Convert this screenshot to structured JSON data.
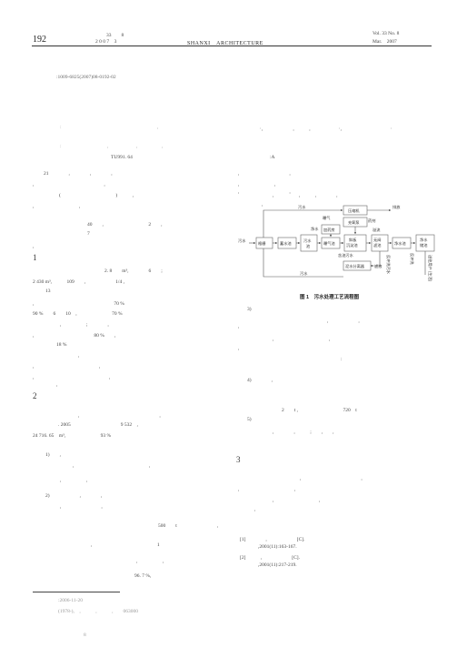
{
  "header": {
    "page_number": "192",
    "vol_no_cn": "33　　8",
    "year_month_cn": "2 0 0 7　3",
    "journal_name": "SHANXI　ARCHITECTURE",
    "vol_no_en": "Vol. 33 No. 8",
    "date_en": "Mar.　2007"
  },
  "article_id": ":1009-6825(2007)08-0192-02",
  "abstract_marks": [
    ":",
    ",",
    ",",
    ",",
    ":",
    ",",
    ",",
    ",",
    ","
  ],
  "classification": "TU991. 64",
  "doc_code": ":A",
  "left_column": [
    "21　　　　,　　　　,　　　　,",
    ",　　　　　　　　　　　　　　,",
    "(　　　　　　　　　　　)　　　,",
    ",　　　　　　　　　,",
    "40　　,　　　　　　　　　2　　,",
    "7",
    ","
  ],
  "section1": {
    "num": "1",
    "lines": [
      "2. 8　　m³,　　　　6　　;",
      "2 430 m³,　　　109　　,　　　　　　1/4 ,",
      "13",
      ",　　　　　　　　　　　　　　　　70 %",
      "90 %　　6　　10　,　　　　　　　70 %",
      ",　　　　　;　　　　,",
      ",　　　　　　　　　　　　80 %　　,",
      "18 %",
      ",",
      ",　　　　　　　　　　　　　,",
      ",　　　　　　　　　　　　　　　,",
      ","
    ]
  },
  "section2": {
    "num": "2",
    "lines": [
      ",　　　　　　　　　　　　　　　　,",
      ". 2005　　　　　　　　　　9 532　,",
      "24 716. 65　m³,　　　　　　　93 %",
      "1)　　,",
      ",　　　　　　　　　　　　　　　,",
      ",　　　　　,",
      "2)　　　　　　,　　　　,",
      ",　　　　　　　　,",
      "500　　t　　　　　　　　,",
      ",　　　　　　　　　　　　　1",
      ",　　　　　,",
      "96. 7 %,"
    ]
  },
  "right_column_top": [
    ",　　　　　　,　　　,　　　　　　,",
    ",　　　　　　　　　　,",
    ",　　　　　　　,",
    ",　　　　　　　　　　,",
    ",　　　　　,　　　,　　　　,",
    ","
  ],
  "flowchart": {
    "caption": "图 1　污水处理工艺流程图",
    "nodes": {
      "sewage": "污水",
      "screen": "格栅",
      "regulating_tank": "蓄水池",
      "settling_tank": "污水\n池",
      "aeration_tank": "曝气池",
      "heating_room": "加药房",
      "coag_tank": "斜板\n沉淀池",
      "adsorption_tank": "无阀\n滤池",
      "clear_water_tank": "净水池",
      "pure_water_tank": "净水\n储池",
      "blower": "压缩机",
      "carbon_tank": "充氧泵",
      "sludge_separator": "泥水分离器"
    },
    "labels": {
      "discharge": "排放",
      "sewage_top": "污水",
      "aeration": "曝气",
      "clear": "净水",
      "sludge": "含油污水",
      "backwash": "溢流",
      "backwash2": "反冲洗",
      "sewage_bottom": "污水",
      "filtrate": "滤液",
      "dosing": "药剂",
      "reuse": "送往用户\n(生活)",
      "side": "反冲洗污水"
    }
  },
  "right_column_mid": [
    "3)",
    ",　　　　　　,",
    ",",
    ",　　　　　　　　　　　,",
    ",",
    ":",
    "4)　　　　,",
    "2　　t ,　　　　　　　　　720　t",
    "5)",
    ",　　　　,　　　;　　,　　,"
  ],
  "section3": {
    "num": "3",
    "lines": [
      ",　　　　　　　　　　　　,",
      ",　　　　　　　　　　　,",
      ",　　　　　　　　　,",
      ","
    ]
  },
  "references": [
    "[1]　　　　,　　　　　　[C].",
    ",2001(11):163-167.",
    "[2]　　　,　　　　　　[C].",
    ",2001(11):217-219."
  ],
  "footnote": {
    "received": ":2006-11-20",
    "author": "(1978-),　,　　　,　　　,　　063000"
  },
  "footer_mark": "8"
}
